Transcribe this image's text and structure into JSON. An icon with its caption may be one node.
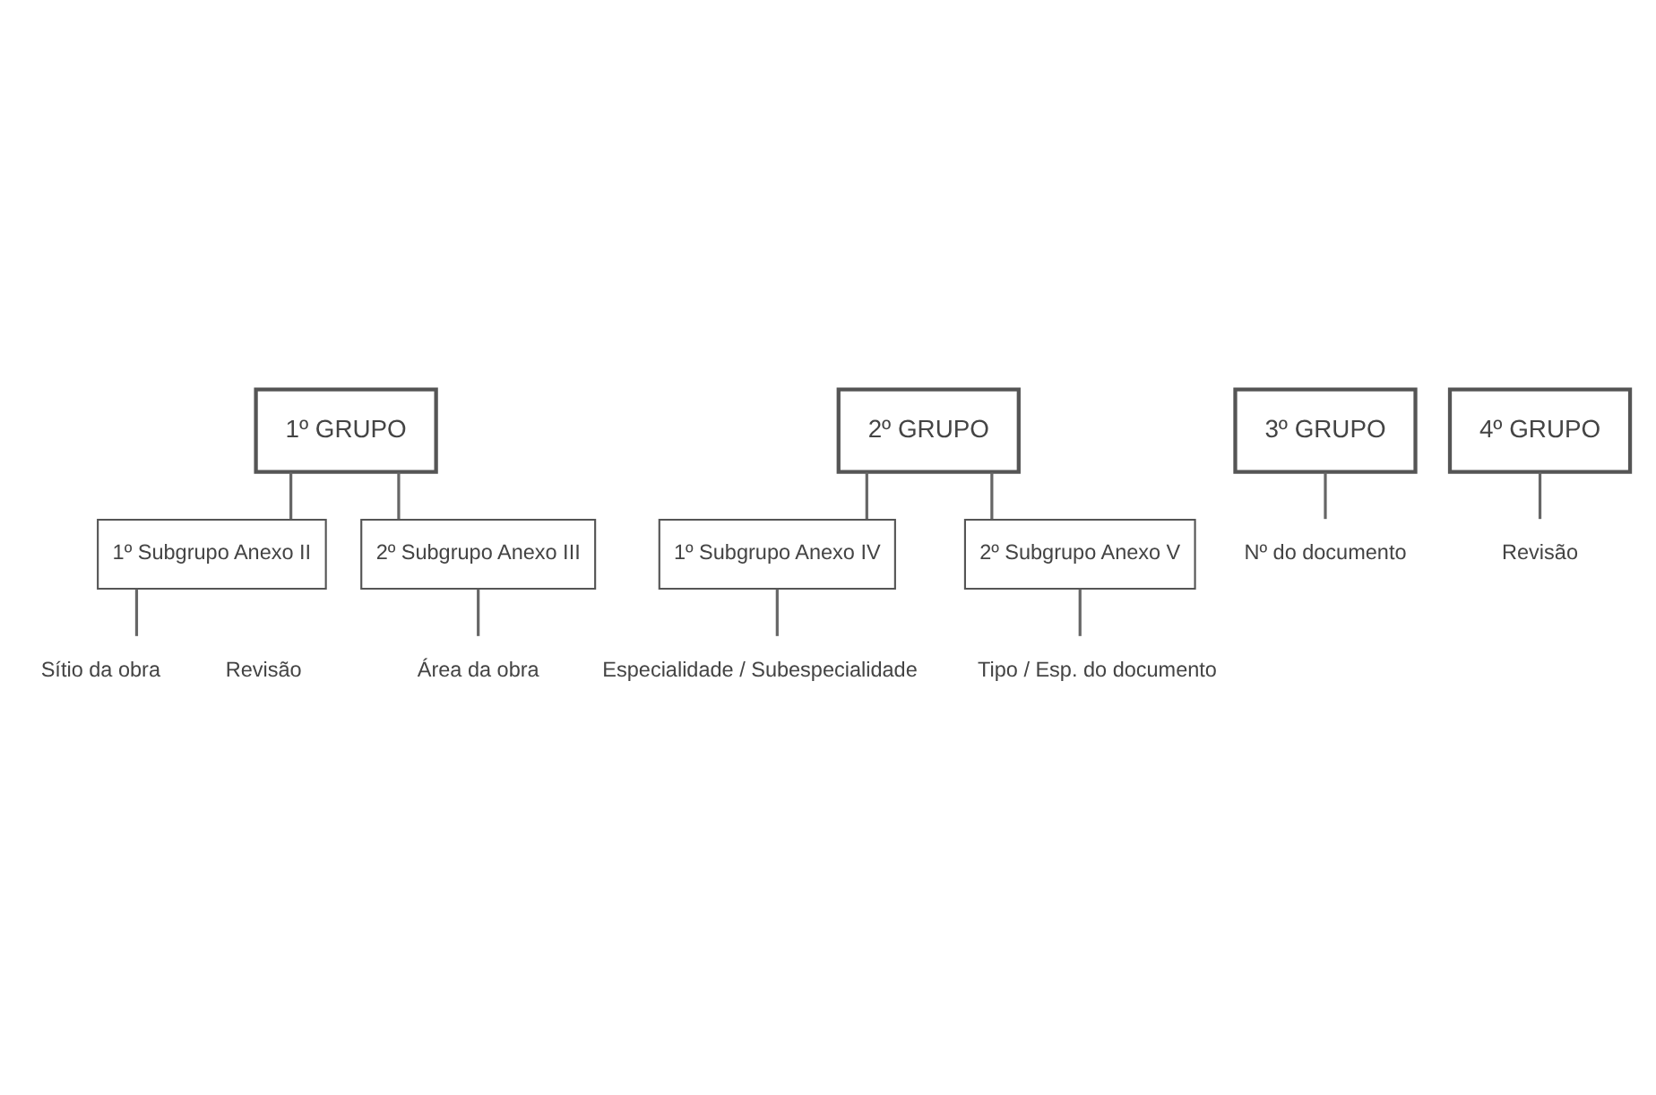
{
  "diagram": {
    "nodes": [
      {
        "text": [
          "1º GRUPO"
        ]
      },
      {
        "text": [
          "2º GRUPO"
        ]
      },
      {
        "text": [
          "3º GRUPO"
        ]
      },
      {
        "text": [
          "4º GRUPO"
        ]
      },
      {
        "text": [
          "1º Subgrupo Anexo II"
        ]
      },
      {
        "text": [
          "2º Subgrupo Anexo III"
        ]
      },
      {
        "text": [
          "1º Subgrupo Anexo IV"
        ]
      },
      {
        "text": [
          "2º Subgrupo Anexo V"
        ]
      },
      {
        "text": [
          "Revisão"
        ]
      },
      {
        "text": [
          "Nº do documento"
        ]
      },
      {
        "text": [
          "Tipo / Esp. do documento"
        ]
      },
      {
        "text": [
          "Especialidade / Subespecialidade"
        ]
      },
      {
        "text": [
          "Área da obra"
        ]
      },
      {
        "text": [
          "Sítio da obra"
        ]
      }
    ],
    "edges": [
      {
        "from": 0,
        "to": 4,
        "arrow": "none"
      },
      {
        "from": 0,
        "to": 5,
        "arrow": "none"
      },
      {
        "from": 1,
        "to": 6,
        "arrow": "none"
      },
      {
        "from": 1,
        "to": 7,
        "arrow": "none"
      },
      {
        "from": 2,
        "to": 9,
        "arrow": "none"
      },
      {
        "from": 3,
        "to": 8,
        "arrow": "none"
      },
      {
        "from": 7,
        "to": 10,
        "arrow": "none"
      },
      {
        "from": 6,
        "to": 11,
        "arrow": "none"
      },
      {
        "from": 5,
        "to": 12,
        "arrow": "none"
      },
      {
        "from": 4,
        "to": 13,
        "arrow": "none"
      }
    ],
    "labels": [
      "Revisão"
    ]
  }
}
